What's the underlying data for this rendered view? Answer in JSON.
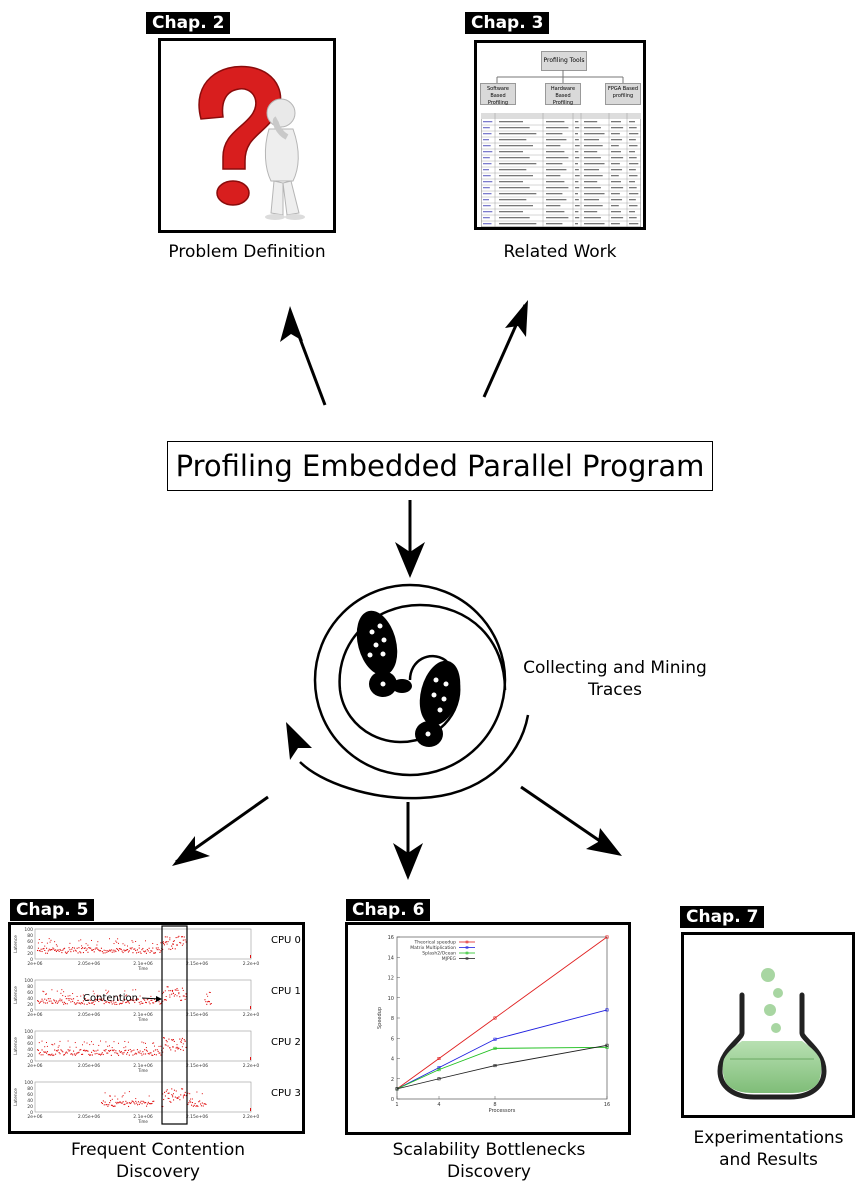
{
  "title": "Profiling Embedded Parallel Program",
  "center_label": {
    "line1": "Collecting and Mining",
    "line2": "Traces"
  },
  "chapters": {
    "chap2": {
      "badge": "Chap. 2",
      "caption": "Problem Definition"
    },
    "chap3": {
      "badge": "Chap. 3",
      "caption": "Related Work",
      "tree": {
        "root": "Profiling Tools",
        "left": "Software Based Profiling",
        "mid": "Hardware Based Profiling",
        "right": "FPGA Based profiling"
      }
    },
    "chap5": {
      "badge": "Chap. 5",
      "caption_line1": "Frequent Contention",
      "caption_line2": "Discovery",
      "annotation": "Contention",
      "cpus": [
        "CPU 0",
        "CPU 1",
        "CPU 2",
        "CPU 3"
      ],
      "ylabel": "Latence",
      "xlabel": "Time",
      "yticks": [
        "100",
        "80",
        "60",
        "40",
        "20",
        "0"
      ],
      "xticks": [
        "2e+06",
        "2.05e+06",
        "2.1e+06",
        "2.15e+06",
        "2.2e+0"
      ]
    },
    "chap6": {
      "badge": "Chap. 6",
      "caption_line1": "Scalability Bottlenecks",
      "caption_line2": "Discovery"
    },
    "chap7": {
      "badge": "Chap. 7",
      "caption_line1": "Experimentations",
      "caption_line2": "and Results"
    }
  },
  "chart_data": {
    "type": "line",
    "x": [
      1,
      4,
      8,
      16
    ],
    "xlabel": "Processors",
    "ylabel": "Speedup",
    "xlim": [
      1,
      16
    ],
    "ylim": [
      0,
      16
    ],
    "yticks": [
      0,
      2,
      4,
      6,
      8,
      10,
      12,
      14,
      16
    ],
    "xticks": [
      1,
      4,
      8,
      16
    ],
    "legend": "top-left",
    "series": [
      {
        "name": "Theorical speedup",
        "values": [
          1,
          4,
          8,
          16
        ],
        "color": "#e02020"
      },
      {
        "name": "Matrix Multiplication",
        "values": [
          1,
          3.1,
          5.9,
          8.8
        ],
        "color": "#2020e0"
      },
      {
        "name": "Splash2/Ocean",
        "values": [
          1,
          2.9,
          5.0,
          5.1
        ],
        "color": "#20c020"
      },
      {
        "name": "MJPEG",
        "values": [
          1,
          2.0,
          3.3,
          5.3
        ],
        "color": "#202020"
      }
    ]
  },
  "colors": {
    "badge_bg": "#000000",
    "trace_red": "#e01010",
    "flask_liquid": "#8fc98a",
    "question_red": "#d81e1e"
  }
}
